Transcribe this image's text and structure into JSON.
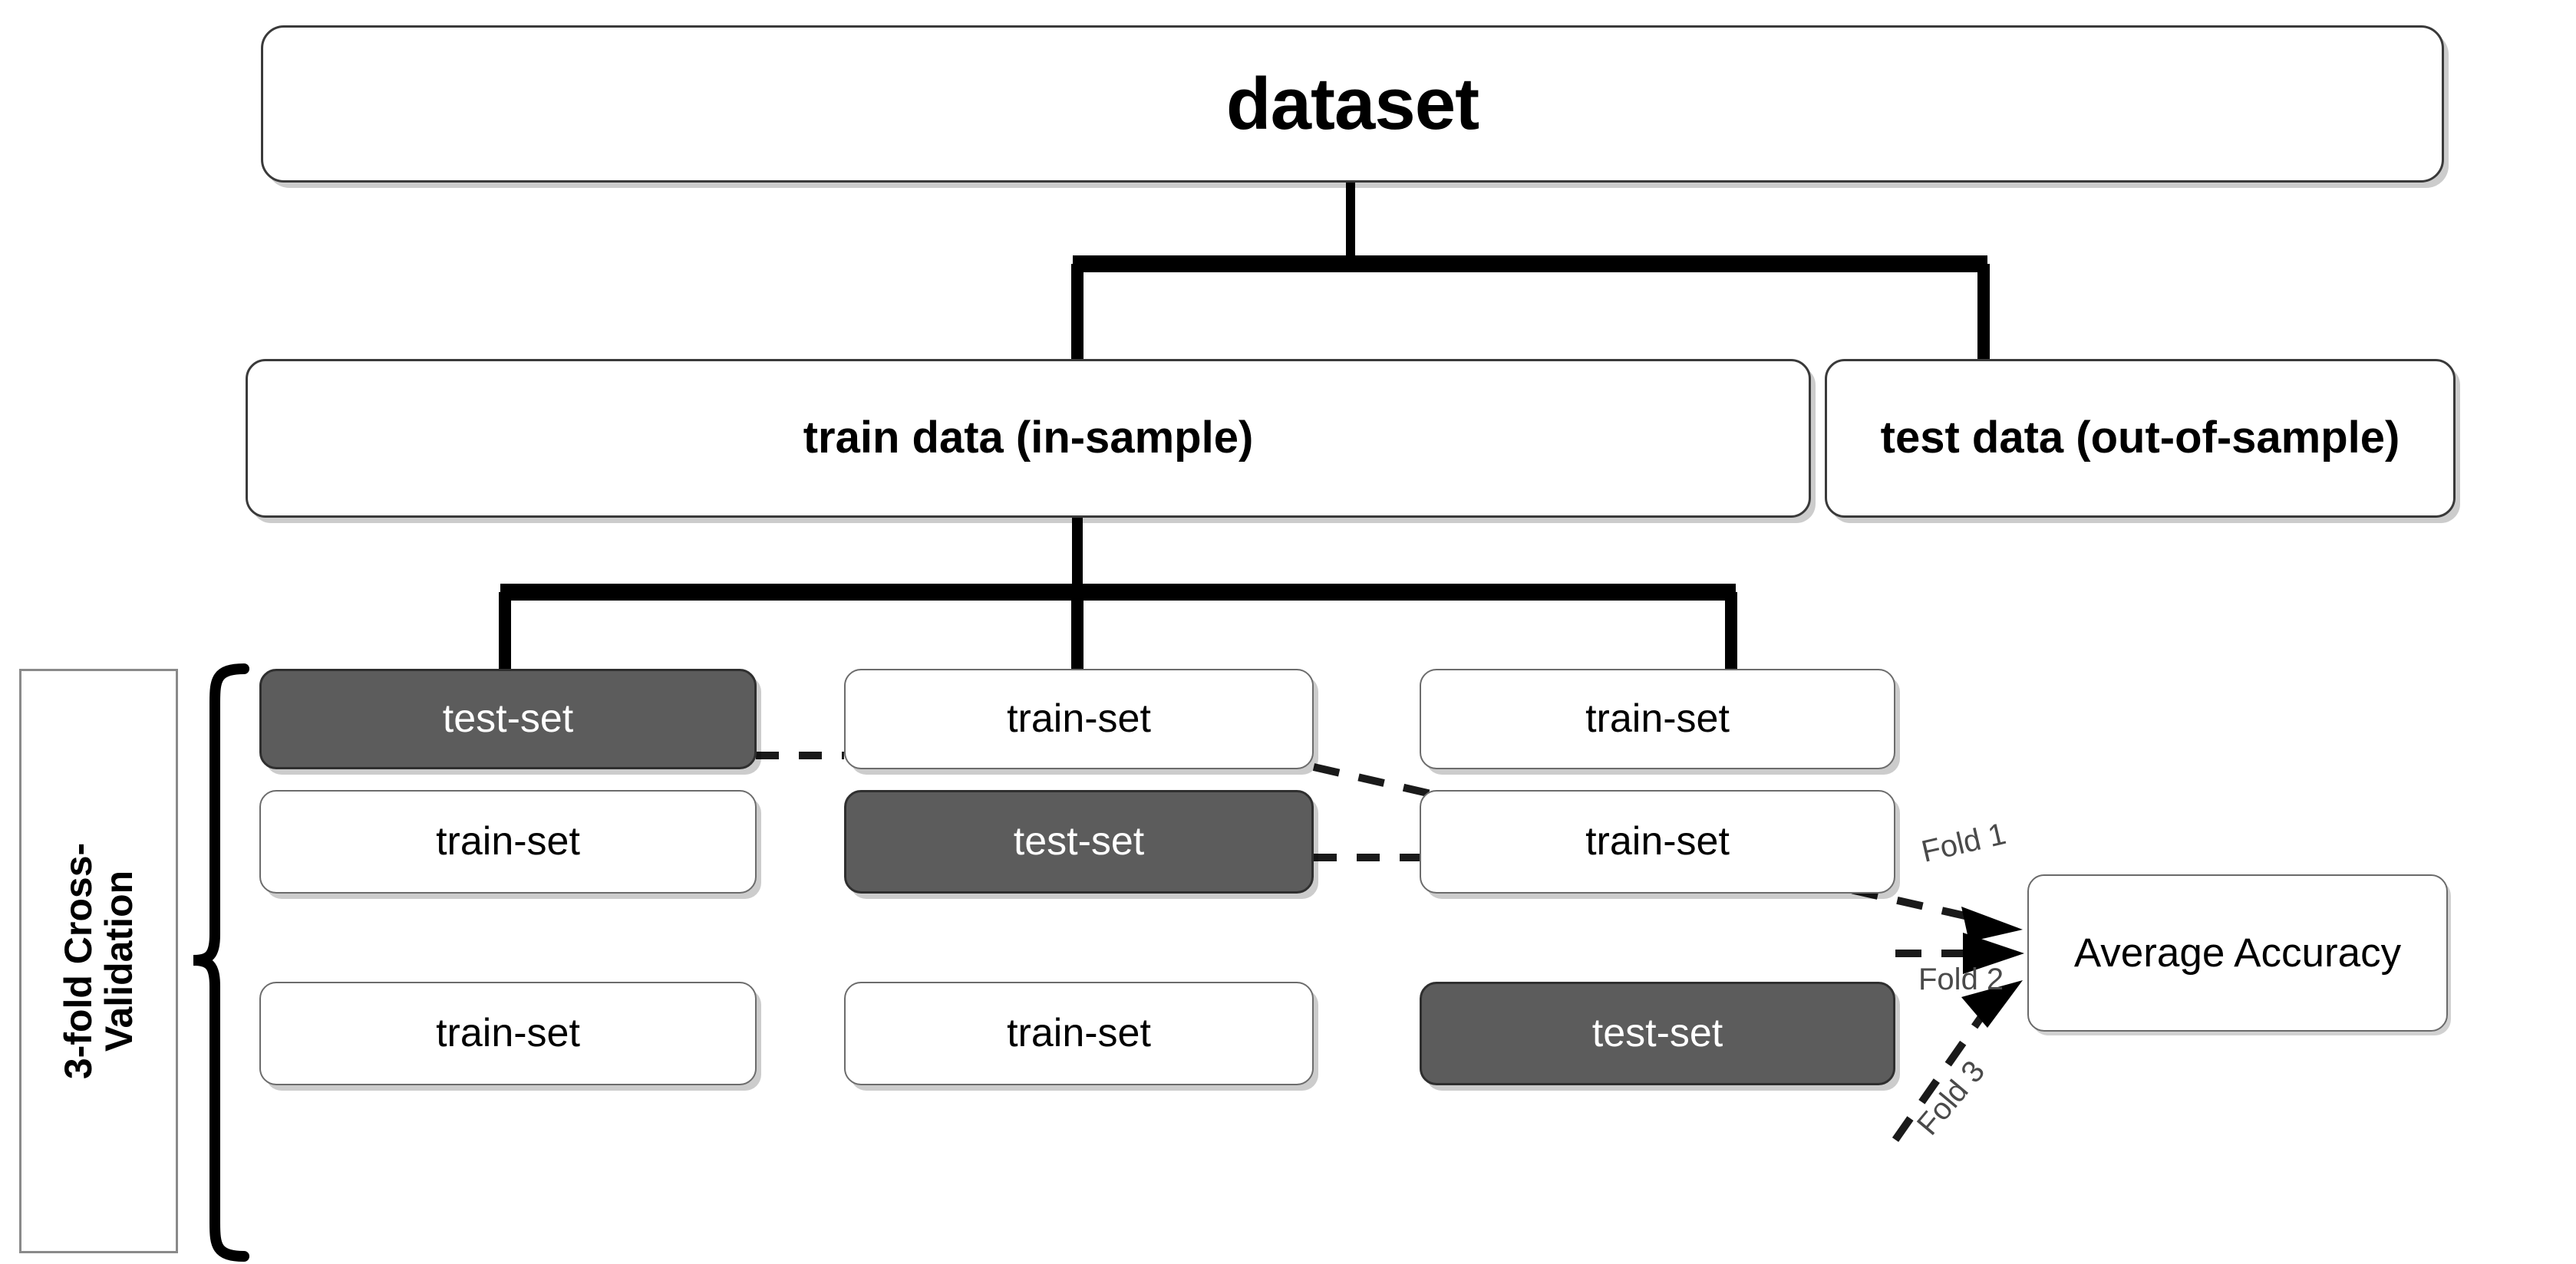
{
  "diagram": {
    "title": "dataset",
    "root": {
      "label": "dataset"
    },
    "level2": [
      {
        "label": "train data (in-sample)"
      },
      {
        "label": "test data (out-of-sample)"
      }
    ],
    "side_label": {
      "line1": "3-fold Cross-",
      "line2": "Validation"
    },
    "folds": {
      "rows": [
        {
          "cells": [
            {
              "label": "test-set",
              "role": "test"
            },
            {
              "label": "train-set",
              "role": "train"
            },
            {
              "label": "train-set",
              "role": "train"
            }
          ],
          "arrow_label": "Fold 1"
        },
        {
          "cells": [
            {
              "label": "train-set",
              "role": "train"
            },
            {
              "label": "test-set",
              "role": "test"
            },
            {
              "label": "train-set",
              "role": "train"
            }
          ],
          "arrow_label": "Fold 2"
        },
        {
          "cells": [
            {
              "label": "train-set",
              "role": "train"
            },
            {
              "label": "train-set",
              "role": "train"
            },
            {
              "label": "test-set",
              "role": "test"
            }
          ],
          "arrow_label": "Fold 3"
        }
      ]
    },
    "result": {
      "label": "Average Accuracy"
    },
    "colors": {
      "test_set_fill": "#5c5c5c",
      "train_set_fill": "#ffffff",
      "border": "#3a3a3a",
      "thin_border": "#6c6c6c",
      "connector": "#000000",
      "text_on_dark": "#ffffff",
      "text_on_light": "#000000"
    }
  }
}
